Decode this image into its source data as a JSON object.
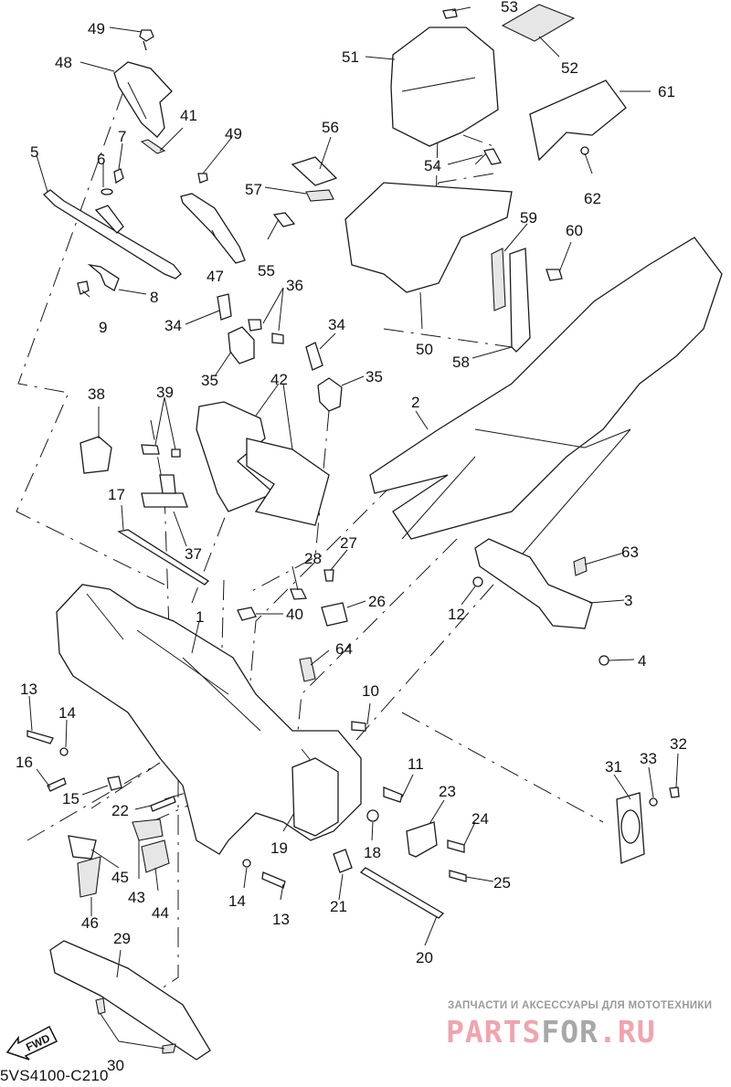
{
  "diagram": {
    "type": "exploded-parts-diagram",
    "subject": "Motorcycle frame assembly",
    "code": "5VS4100-C210",
    "direction_badge": "FWD",
    "watermark": {
      "tagline": "ЗАПЧАСТИ И АКСЕССУАРЫ ДЛЯ МОТОТЕХНИКИ",
      "brand_parts": [
        {
          "text": "PARTS",
          "color": "#f2a3ad"
        },
        {
          "text": "FOR",
          "color": "#a8a8a8"
        },
        {
          "text": ".RU",
          "color": "#f2a3ad"
        }
      ]
    },
    "callouts": [
      {
        "id": "c1",
        "label": "1",
        "part": "main frame"
      },
      {
        "id": "c2",
        "label": "2",
        "part": "rear frame"
      },
      {
        "id": "c3",
        "label": "3",
        "part": "bracket"
      },
      {
        "id": "c4",
        "label": "4",
        "part": "bolt"
      },
      {
        "id": "c5",
        "label": "5",
        "part": "stay"
      },
      {
        "id": "c6",
        "label": "6",
        "part": "washer"
      },
      {
        "id": "c7",
        "label": "7",
        "part": "bolt"
      },
      {
        "id": "c8",
        "label": "8",
        "part": "bracket"
      },
      {
        "id": "c9",
        "label": "9",
        "part": "bolt"
      },
      {
        "id": "c10",
        "label": "10",
        "part": "bolt"
      },
      {
        "id": "c11",
        "label": "11",
        "part": "bolt"
      },
      {
        "id": "c12",
        "label": "12",
        "part": "nut"
      },
      {
        "id": "c13a",
        "label": "13",
        "part": "bolt"
      },
      {
        "id": "c13b",
        "label": "13",
        "part": "bolt"
      },
      {
        "id": "c14a",
        "label": "14",
        "part": "washer"
      },
      {
        "id": "c14b",
        "label": "14",
        "part": "washer"
      },
      {
        "id": "c15",
        "label": "15",
        "part": "collar"
      },
      {
        "id": "c16",
        "label": "16",
        "part": "bolt"
      },
      {
        "id": "c17",
        "label": "17",
        "part": "engine mount bolt"
      },
      {
        "id": "c18",
        "label": "18",
        "part": "nut"
      },
      {
        "id": "c19",
        "label": "19",
        "part": "bracket"
      },
      {
        "id": "c20",
        "label": "20",
        "part": "through bolt"
      },
      {
        "id": "c21",
        "label": "21",
        "part": "collar"
      },
      {
        "id": "c22",
        "label": "22",
        "part": "bolt"
      },
      {
        "id": "c23",
        "label": "23",
        "part": "plate"
      },
      {
        "id": "c24",
        "label": "24",
        "part": "bolt"
      },
      {
        "id": "c25",
        "label": "25",
        "part": "bolt"
      },
      {
        "id": "c26",
        "label": "26",
        "part": "bracket"
      },
      {
        "id": "c27",
        "label": "27",
        "part": "screw"
      },
      {
        "id": "c28",
        "label": "28",
        "part": "bolt"
      },
      {
        "id": "c29",
        "label": "29",
        "part": "cover"
      },
      {
        "id": "c30",
        "label": "30",
        "part": "pads"
      },
      {
        "id": "c31",
        "label": "31",
        "part": "cap"
      },
      {
        "id": "c32",
        "label": "32",
        "part": "screw"
      },
      {
        "id": "c33",
        "label": "33",
        "part": "washer"
      },
      {
        "id": "c34a",
        "label": "34",
        "part": "bracket"
      },
      {
        "id": "c34b",
        "label": "34",
        "part": "bracket"
      },
      {
        "id": "c35a",
        "label": "35",
        "part": "damper"
      },
      {
        "id": "c35b",
        "label": "35",
        "part": "damper"
      },
      {
        "id": "c36",
        "label": "36",
        "part": "bolts"
      },
      {
        "id": "c37",
        "label": "37",
        "part": "relay"
      },
      {
        "id": "c38",
        "label": "38",
        "part": "bracket"
      },
      {
        "id": "c39",
        "label": "39",
        "part": "bolts"
      },
      {
        "id": "c40",
        "label": "40",
        "part": "grommet"
      },
      {
        "id": "c41",
        "label": "41",
        "part": "pad"
      },
      {
        "id": "c42",
        "label": "42",
        "part": "covers"
      },
      {
        "id": "c43",
        "label": "43",
        "part": "pad"
      },
      {
        "id": "c44",
        "label": "44",
        "part": "pad"
      },
      {
        "id": "c45",
        "label": "45",
        "part": "pad"
      },
      {
        "id": "c46",
        "label": "46",
        "part": "pad"
      },
      {
        "id": "c47",
        "label": "47",
        "part": "stay"
      },
      {
        "id": "c48",
        "label": "48",
        "part": "stay"
      },
      {
        "id": "c49a",
        "label": "49",
        "part": "bolt"
      },
      {
        "id": "c49b",
        "label": "49",
        "part": "bolt"
      },
      {
        "id": "c50",
        "label": "50",
        "part": "battery band"
      },
      {
        "id": "c51",
        "label": "51",
        "part": "battery box"
      },
      {
        "id": "c52",
        "label": "52",
        "part": "pad"
      },
      {
        "id": "c53",
        "label": "53",
        "part": "bolt"
      },
      {
        "id": "c54",
        "label": "54",
        "part": "bolt"
      },
      {
        "id": "c55",
        "label": "55",
        "part": "bolt"
      },
      {
        "id": "c56",
        "label": "56",
        "part": "holder"
      },
      {
        "id": "c57",
        "label": "57",
        "part": "pad"
      },
      {
        "id": "c58",
        "label": "58",
        "part": "stay"
      },
      {
        "id": "c59",
        "label": "59",
        "part": "pad"
      },
      {
        "id": "c60",
        "label": "60",
        "part": "bolt"
      },
      {
        "id": "c61",
        "label": "61",
        "part": "cover"
      },
      {
        "id": "c62",
        "label": "62",
        "part": "screw"
      },
      {
        "id": "c63",
        "label": "63",
        "part": "pad"
      },
      {
        "id": "c64",
        "label": "64",
        "part": "pad"
      }
    ]
  }
}
